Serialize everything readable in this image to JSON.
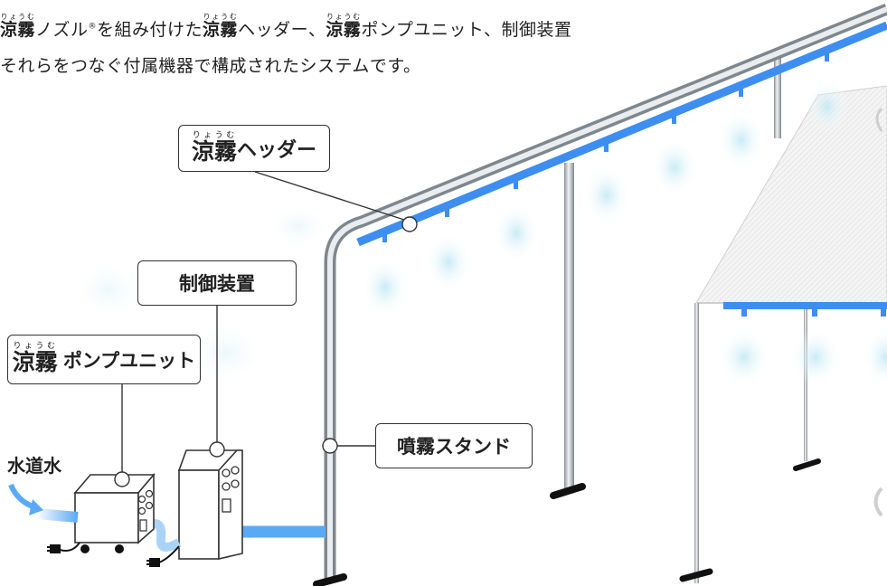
{
  "intro": {
    "line1_brand1": "涼霧",
    "line1_ruby1": "りょうむ",
    "line1_text1": "ノズル",
    "line1_reg": "®",
    "line1_text2": "を組み付けた",
    "line1_brand2": "涼霧",
    "line1_ruby2": "りょうむ",
    "line1_text3": "ヘッダー、",
    "line1_brand3": "涼霧",
    "line1_ruby3": "りょうむ",
    "line1_text4": "ポンプユニット、制御装置",
    "line2": "それらをつなぐ付属機器で構成されたシステムです。"
  },
  "callouts": {
    "header": {
      "kanji": "涼霧",
      "ruby": "りょうむ",
      "text": "ヘッダー"
    },
    "control": {
      "text": "制御装置"
    },
    "pump": {
      "kanji": "涼霧",
      "ruby": "りょうむ",
      "text": "ポンプユニット"
    },
    "stand": {
      "text": "噴霧スタンド"
    }
  },
  "water_label": "水道水",
  "colors": {
    "header_pipe": "#3d8ef0",
    "water_hose": "#5aa9f5",
    "mist": "#c9ecf6",
    "frame": "#9aa3aa",
    "frame_highlight": "#eef1f3",
    "canopy": "#f3f3f3",
    "outline": "#333333"
  }
}
